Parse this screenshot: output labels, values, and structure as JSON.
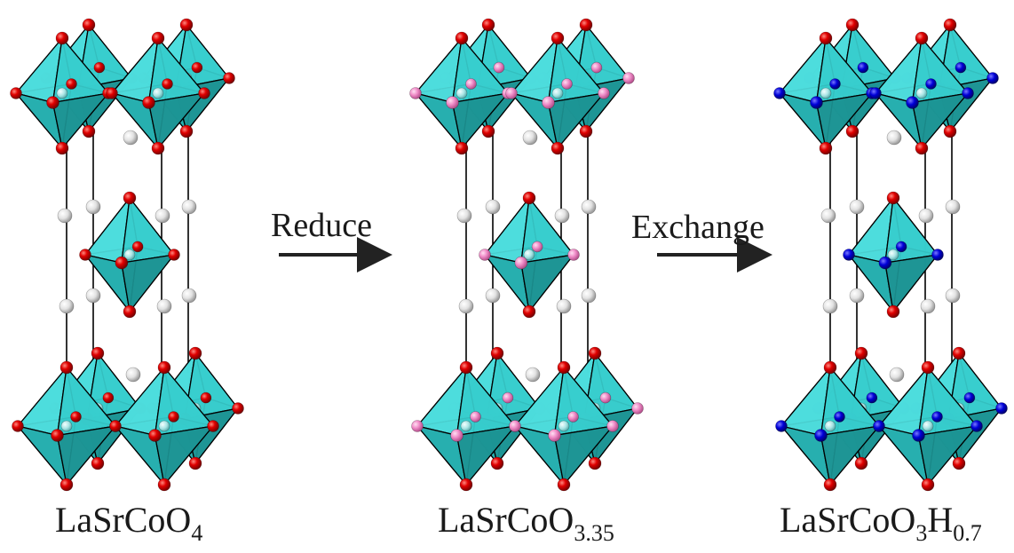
{
  "structures": [
    {
      "formula": "LaSrCoO",
      "sub1": "4",
      "mid": "",
      "sub2": "",
      "cap_color": "#e00000",
      "eq_color": "#e00000"
    },
    {
      "formula": "LaSrCoO",
      "sub1": "3.35",
      "mid": "",
      "sub2": "",
      "cap_color": "#e00000",
      "eq_color": "#f08cc8"
    },
    {
      "formula": "LaSrCoO",
      "sub1": "3",
      "mid": "H",
      "sub2": "0.7",
      "cap_color": "#e00000",
      "eq_color": "#0000d8"
    }
  ],
  "steps": [
    {
      "label": "Reduce"
    },
    {
      "label": "Exchange"
    }
  ],
  "colors": {
    "octahedron_fill": "#2ab8b8",
    "octahedron_face_light": "#4fe0e0",
    "octahedron_edge": "#000000",
    "cobalt": "#b0eaea",
    "lanthanum_strontium": "#e6e6e6",
    "arrow": "#222222",
    "bond": "#000000"
  }
}
